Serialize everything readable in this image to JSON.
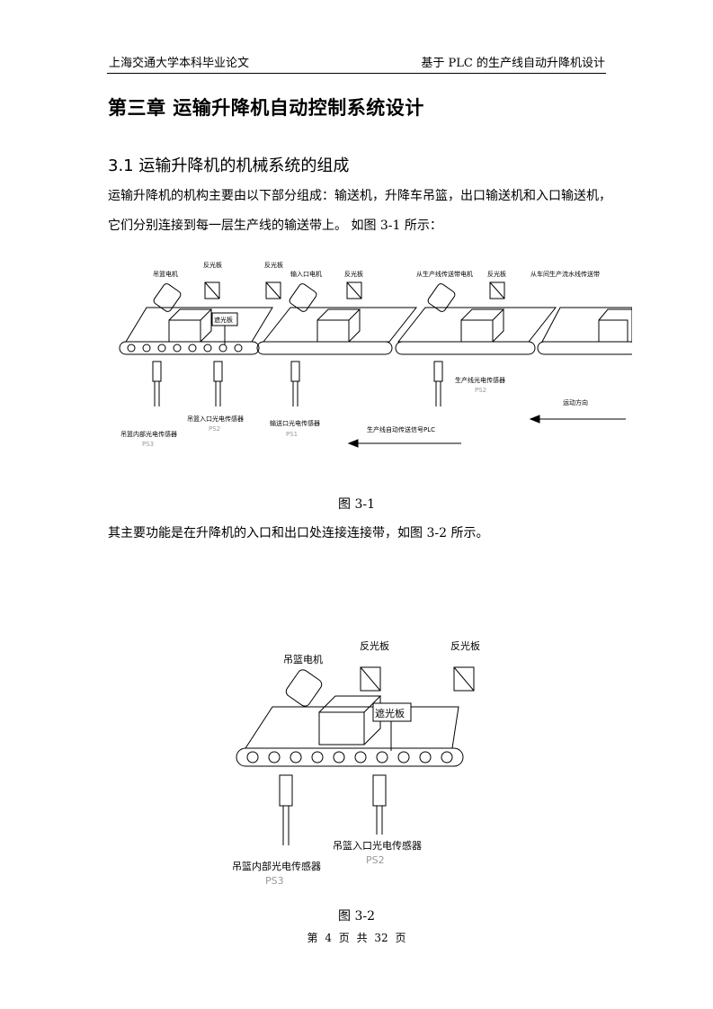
{
  "header": {
    "left": "上海交通大学本科毕业论文",
    "right": "基于 PLC 的生产线自动升降机设计"
  },
  "chapter_title": "第三章  运输升降机自动控制系统设计",
  "section_title": "3.1 运输升降机的机械系统的组成",
  "paragraphs": {
    "p1_line1": "运输升降机的机构主要由以下部分组成：输送机，升降车吊篮，出口输送机和入口输送机，",
    "p1_line2": "它们分别连接到每一层生产线的输送带上。  如图 3-1 所示：",
    "p2": "其主要功能是在升降机的入口和出口处连接连接带，如图 3-2 所示。"
  },
  "figure1": {
    "caption": "图 3-1",
    "labels": {
      "basket_motor": "吊篮电机",
      "reflector_1": "反光板",
      "reflector_2": "反光板",
      "input_motor": "输入口电机",
      "reflector_3": "反光板",
      "line_conveyor_motor": "从生产线传送带电机",
      "reflector_4": "反光板",
      "line_conveyor_end": "从车间生产流水线传送带",
      "shade_board": "遮光板",
      "ps3_desc": "吊篮内部光电传感器",
      "ps3_id": "PS3",
      "ps2_desc": "吊篮入口光电传感器",
      "ps2_id": "PS2",
      "ps1_desc": "输送口光电传感器",
      "ps1_id": "PS1",
      "psx_desc": "生产线光电传感器",
      "psx_id": "PS2",
      "signal_desc": "生产线自动传送信号PLC",
      "direction": "运动方向"
    }
  },
  "figure2": {
    "caption": "图 3-2",
    "labels": {
      "basket_motor": "吊篮电机",
      "reflector_1": "反光板",
      "reflector_2": "反光板",
      "shade_board": "遮光板",
      "ps2_desc": "吊篮入口光电传感器",
      "ps2_id": "PS2",
      "ps3_desc": "吊篮内部光电传感器",
      "ps3_id": "PS3"
    }
  },
  "footer": "第 4 页 共 32 页"
}
